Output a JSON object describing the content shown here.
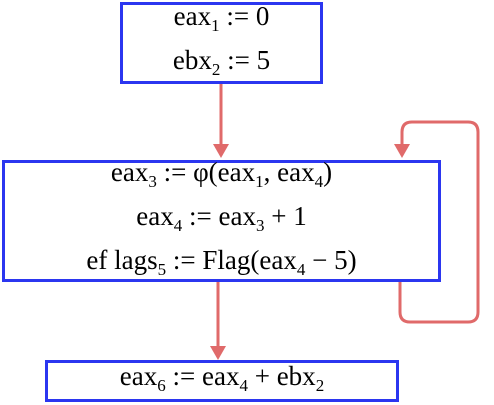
{
  "colors": {
    "box_border": "#2b36f0",
    "edge": "#e06a6a",
    "text": "#000000"
  },
  "blocks": [
    {
      "id": "entry",
      "lines": [
        [
          {
            "t": "eax"
          },
          {
            "sub": "1"
          },
          {
            "t": " := 0"
          }
        ],
        [
          {
            "t": "ebx"
          },
          {
            "sub": "2"
          },
          {
            "t": " := 5"
          }
        ]
      ]
    },
    {
      "id": "loop",
      "lines": [
        [
          {
            "t": "eax"
          },
          {
            "sub": "3"
          },
          {
            "t": " := φ(eax"
          },
          {
            "sub": "1"
          },
          {
            "t": ", eax"
          },
          {
            "sub": "4"
          },
          {
            "t": ")"
          }
        ],
        [
          {
            "t": "eax"
          },
          {
            "sub": "4"
          },
          {
            "t": " := eax"
          },
          {
            "sub": "3"
          },
          {
            "t": " + 1"
          }
        ],
        [
          {
            "t": "ef lags"
          },
          {
            "sub": "5"
          },
          {
            "t": " := Flag(eax"
          },
          {
            "sub": "4"
          },
          {
            "t": " − 5)"
          }
        ]
      ]
    },
    {
      "id": "exit",
      "lines": [
        [
          {
            "t": "eax"
          },
          {
            "sub": "6"
          },
          {
            "t": " := eax"
          },
          {
            "sub": "4"
          },
          {
            "t": " + ebx"
          },
          {
            "sub": "2"
          }
        ]
      ]
    }
  ],
  "edges": [
    {
      "from": "entry",
      "to": "loop",
      "kind": "straight"
    },
    {
      "from": "loop",
      "to": "loop",
      "kind": "back-edge"
    },
    {
      "from": "loop",
      "to": "exit",
      "kind": "straight"
    }
  ]
}
